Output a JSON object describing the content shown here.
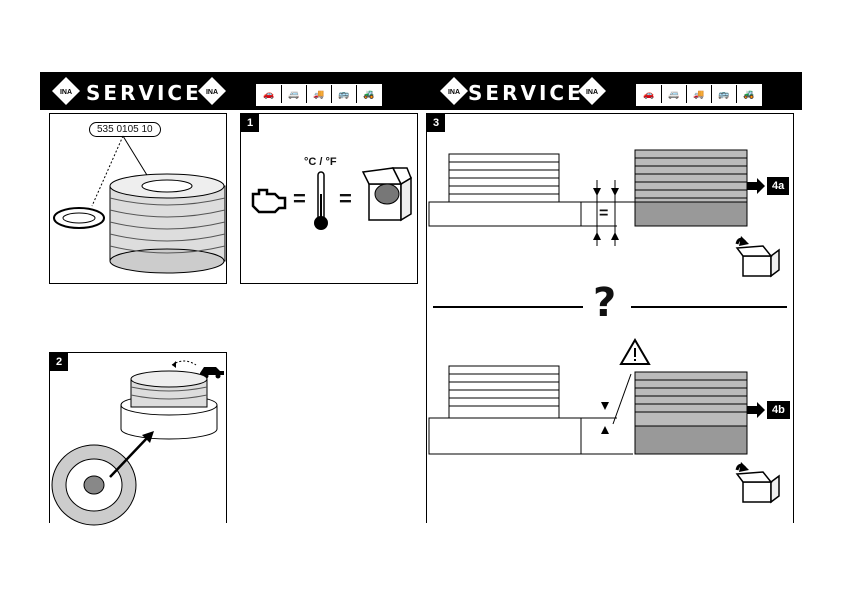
{
  "header": {
    "brand_left": "SERVICE",
    "brand_right": "SERVICE",
    "logo_text": "INA"
  },
  "panel_part": {
    "part_number": "535 0105 10"
  },
  "step1": {
    "number": "1",
    "temperature_label": "°C / °F",
    "equals_1": "=",
    "equals_2": "="
  },
  "step2": {
    "number": "2"
  },
  "step3": {
    "number": "3",
    "equals": "=",
    "question": "?",
    "result_a": "4a",
    "result_b": "4b"
  },
  "icons": [
    "ina-logo-icon",
    "car-icon",
    "van-icon",
    "truck-icon",
    "bus-icon",
    "tractor-icon",
    "engine-warning-icon",
    "thermometer-icon",
    "parts-box-icon",
    "car-rotation-icon",
    "warning-triangle-icon",
    "arrow-right-icon",
    "return-box-icon"
  ]
}
